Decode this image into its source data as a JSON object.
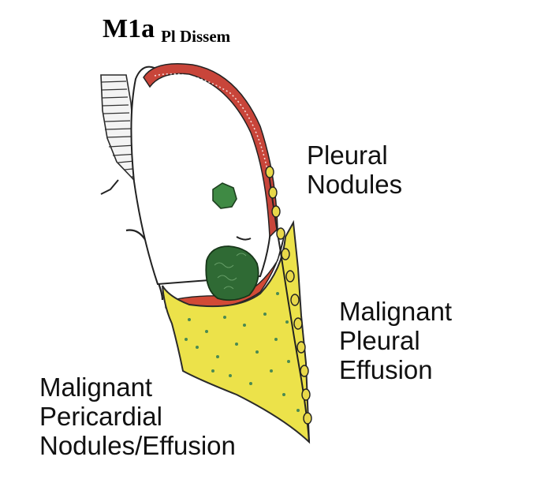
{
  "stage": {
    "main": "M1a",
    "sub": "Pl Dissem"
  },
  "labels": {
    "pleural_nodules": [
      "Pleural",
      "Nodules"
    ],
    "malignant_pleural_effusion": [
      "Malignant",
      "Pleural",
      "Effusion"
    ],
    "malignant_pericardial": [
      "Malignant",
      "Pericardial",
      "Nodules/Effusion"
    ]
  },
  "colors": {
    "pleura_red": "#c8453a",
    "effusion_yellow": "#ece24a",
    "nodule_green": "#2f6a34",
    "outline": "#1e1e1e"
  }
}
